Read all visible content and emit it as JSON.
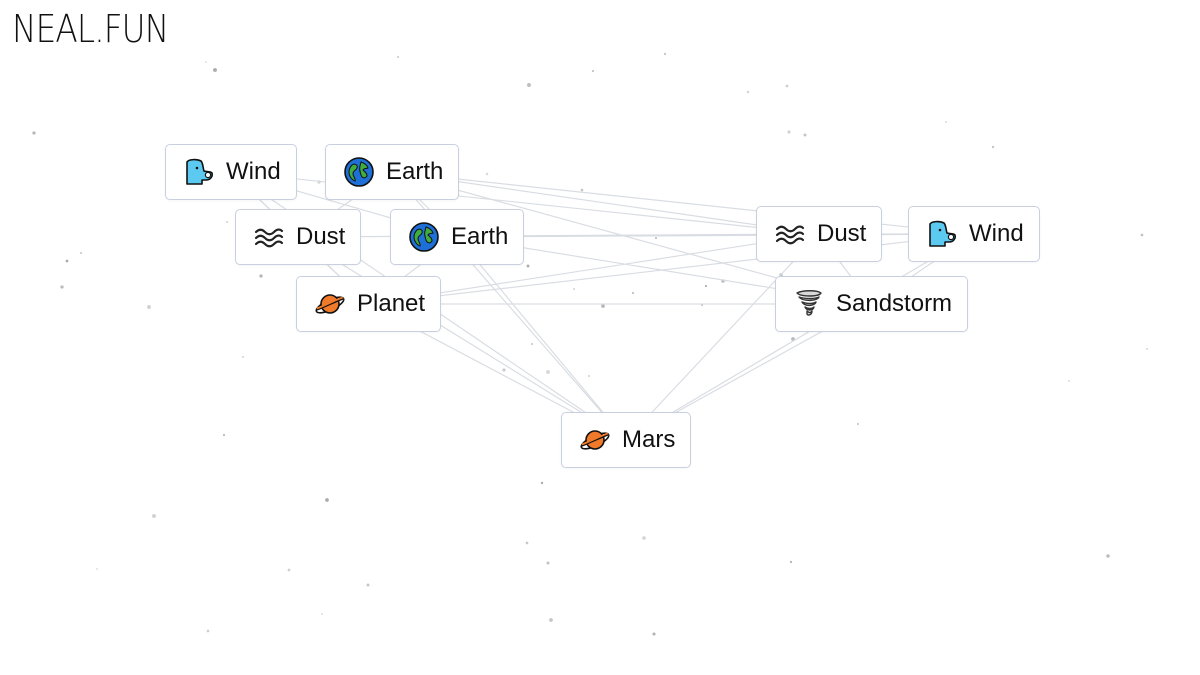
{
  "site": {
    "logo": "NEAL.FUN"
  },
  "tiles": [
    {
      "id": "wind-1",
      "label": "Wind",
      "icon": "wind-face-icon"
    },
    {
      "id": "earth-1",
      "label": "Earth",
      "icon": "globe-icon"
    },
    {
      "id": "dust-1",
      "label": "Dust",
      "icon": "dash-wave-icon"
    },
    {
      "id": "earth-2",
      "label": "Earth",
      "icon": "globe-icon"
    },
    {
      "id": "planet",
      "label": "Planet",
      "icon": "ringed-planet-icon"
    },
    {
      "id": "dust-2",
      "label": "Dust",
      "icon": "dash-wave-icon"
    },
    {
      "id": "wind-2",
      "label": "Wind",
      "icon": "wind-face-icon"
    },
    {
      "id": "sandstorm",
      "label": "Sandstorm",
      "icon": "tornado-icon"
    },
    {
      "id": "mars",
      "label": "Mars",
      "icon": "ringed-planet-icon"
    }
  ],
  "colors": {
    "tile_border": "#c8d0e0",
    "link_line": "#d9dde3",
    "star": "#9a9a9a",
    "planet_orange": "#f07a2a",
    "globe_blue": "#1e6fd8",
    "globe_green": "#3fae3f",
    "wind_cyan": "#5ccaf0"
  }
}
